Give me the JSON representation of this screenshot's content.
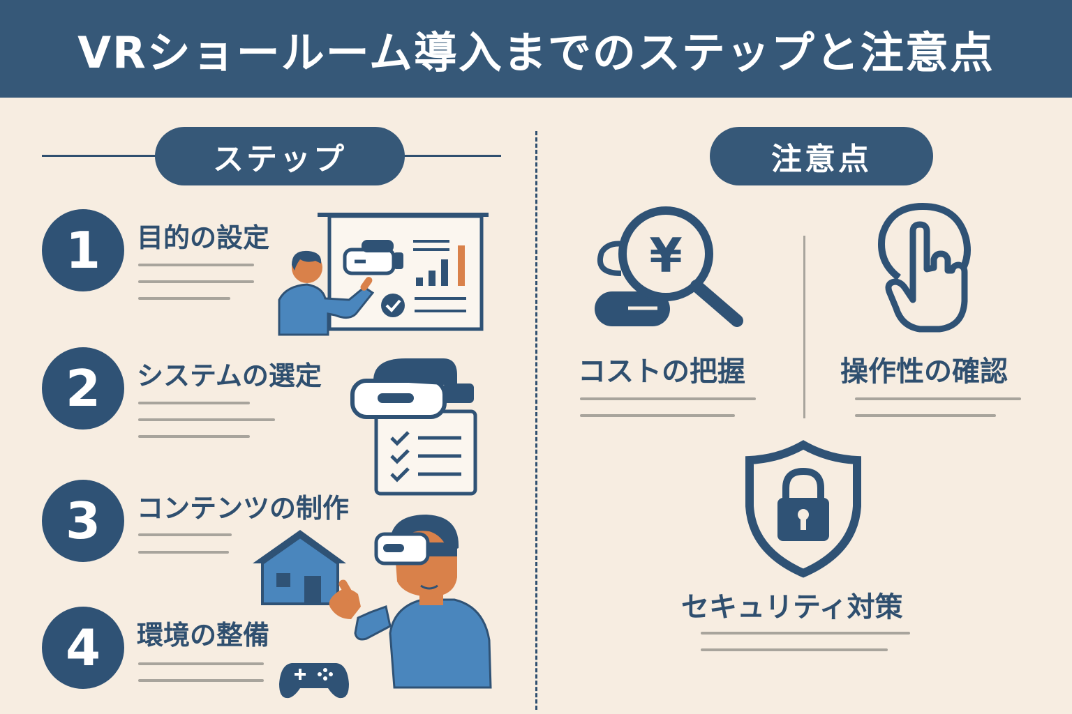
{
  "title": "VRショールーム導入までのステップと注意点",
  "steps_section": {
    "label": "ステップ",
    "items": [
      {
        "number": "1",
        "title": "目的の設定",
        "icon": "presentation-board-icon"
      },
      {
        "number": "2",
        "title": "システムの選定",
        "icon": "vr-headset-checklist-icon"
      },
      {
        "number": "3",
        "title": "コンテンツの制作",
        "icon": "house-model-icon"
      },
      {
        "number": "4",
        "title": "環境の整備",
        "icon": "game-controller-icon"
      }
    ]
  },
  "cautions_section": {
    "label": "注意点",
    "items": [
      {
        "title": "コストの把握",
        "icon": "yen-magnifier-icon"
      },
      {
        "title": "操作性の確認",
        "icon": "touch-hand-icon"
      },
      {
        "title": "セキュリティ対策",
        "icon": "shield-lock-icon"
      }
    ],
    "yen_symbol": "¥"
  },
  "colors": {
    "background": "#f7ede1",
    "navy": "#2f5275",
    "blue": "#4a86bd",
    "orange": "#d9814a",
    "gray_line": "#a8a49c"
  }
}
